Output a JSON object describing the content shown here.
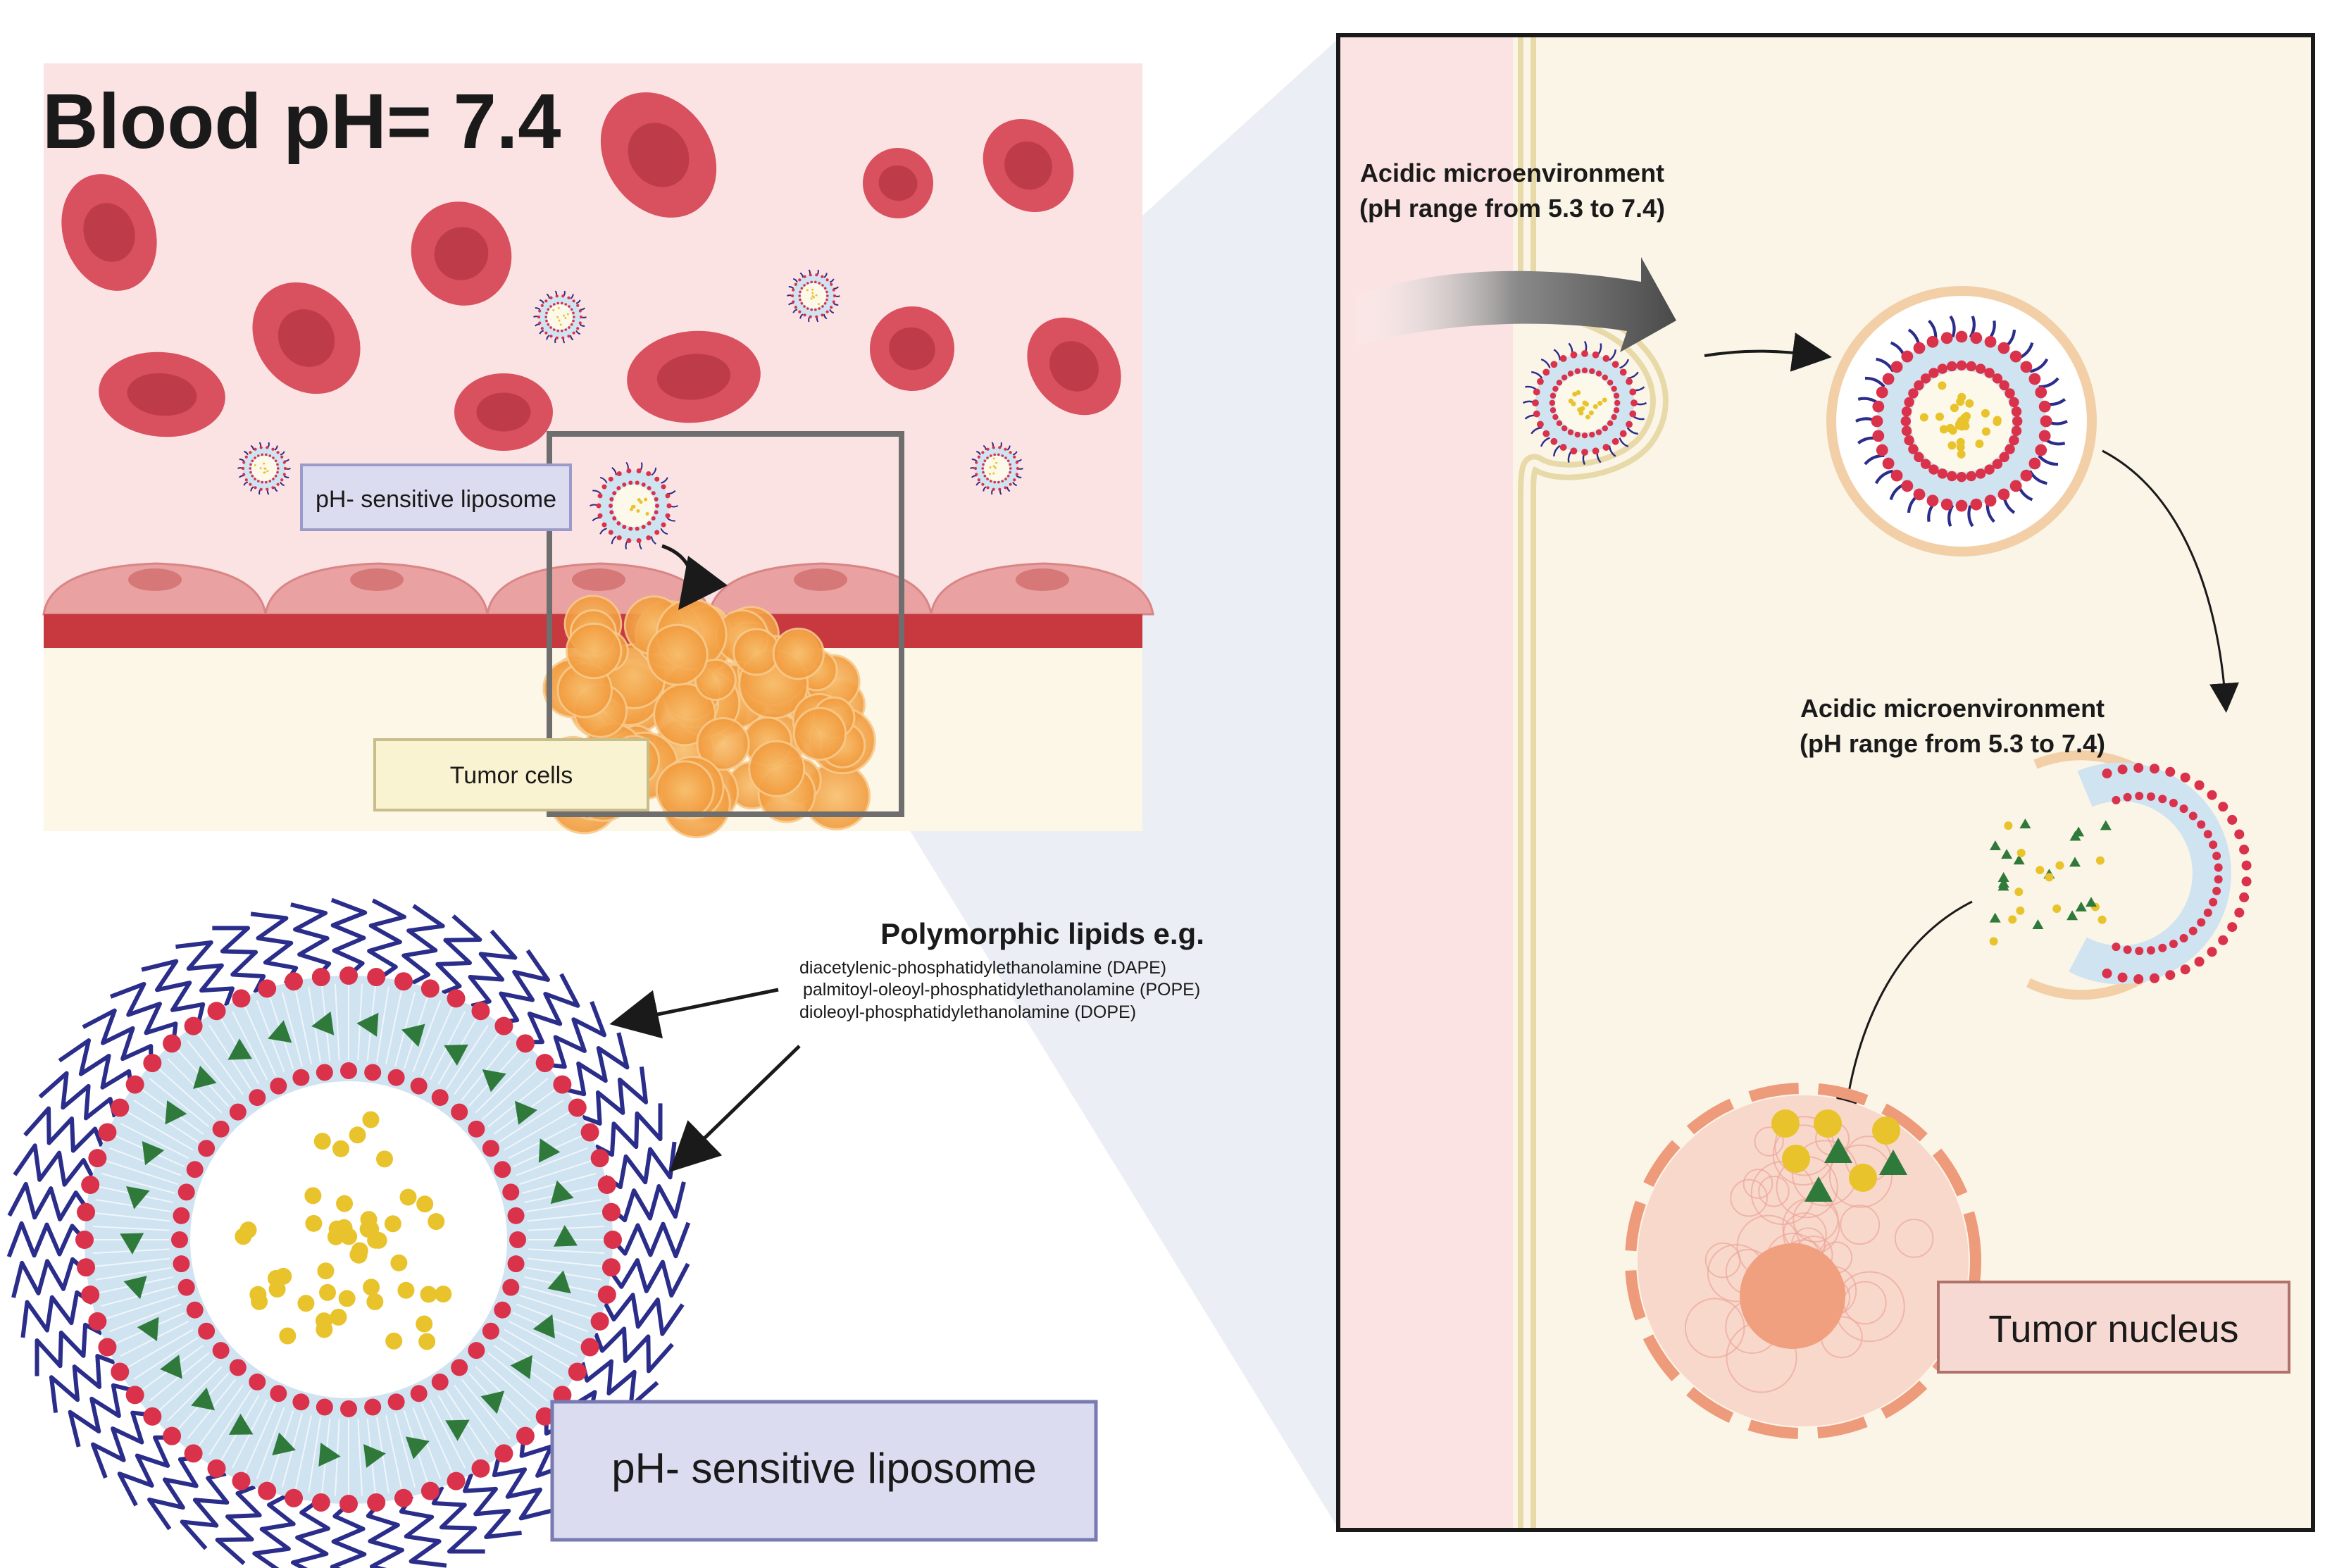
{
  "blood_title": "Blood pH= 7.4",
  "blood_panel": {
    "liposome_label": "pH- sensitive liposome",
    "tumor_label": "Tumor cells"
  },
  "zoom_panel": {
    "acidic_label_top_line1": "Acidic microenvironment",
    "acidic_label_top_line2": "(pH range from 5.3 to 7.4)",
    "acidic_label_mid_line1": "Acidic microenvironment",
    "acidic_label_mid_line2": "(pH range from 5.3 to 7.4)",
    "nucleus_label": "Tumor nucleus"
  },
  "liposome_detail": {
    "lipids_title": "Polymorphic lipids e.g.",
    "lipids": [
      "diacetylenic-phosphatidylethanolamine (DAPE)",
      "palmitoyl-oleoyl-phosphatidylethanolamine (POPE)",
      "dioleoyl-phosphatidylethanolamine (DOPE)"
    ],
    "liposome_label": "pH- sensitive liposome"
  },
  "colors": {
    "blood_bg": "#fbe3e3",
    "rbc": "#d9505e",
    "rbc_dark": "#a82b3b",
    "endothelium": "#e9a1a1",
    "vessel_wall": "#c8393f",
    "tumor_orange": "#f4a54f",
    "panel_bg": "#fbf5e8",
    "membrane_beige": "#e8d9a8",
    "lipid_head": "#d9324a",
    "peg_chain": "#2a2d8a",
    "drug_yellow": "#e8c32b",
    "drug_green": "#2f7a3a",
    "bilayer_fill": "#cfe3f1",
    "label_box": "#dcdcf0",
    "tumor_box": "#faf3d2",
    "nucleus_box": "#f6d9d3",
    "nucleus": "#f6c4b4"
  }
}
